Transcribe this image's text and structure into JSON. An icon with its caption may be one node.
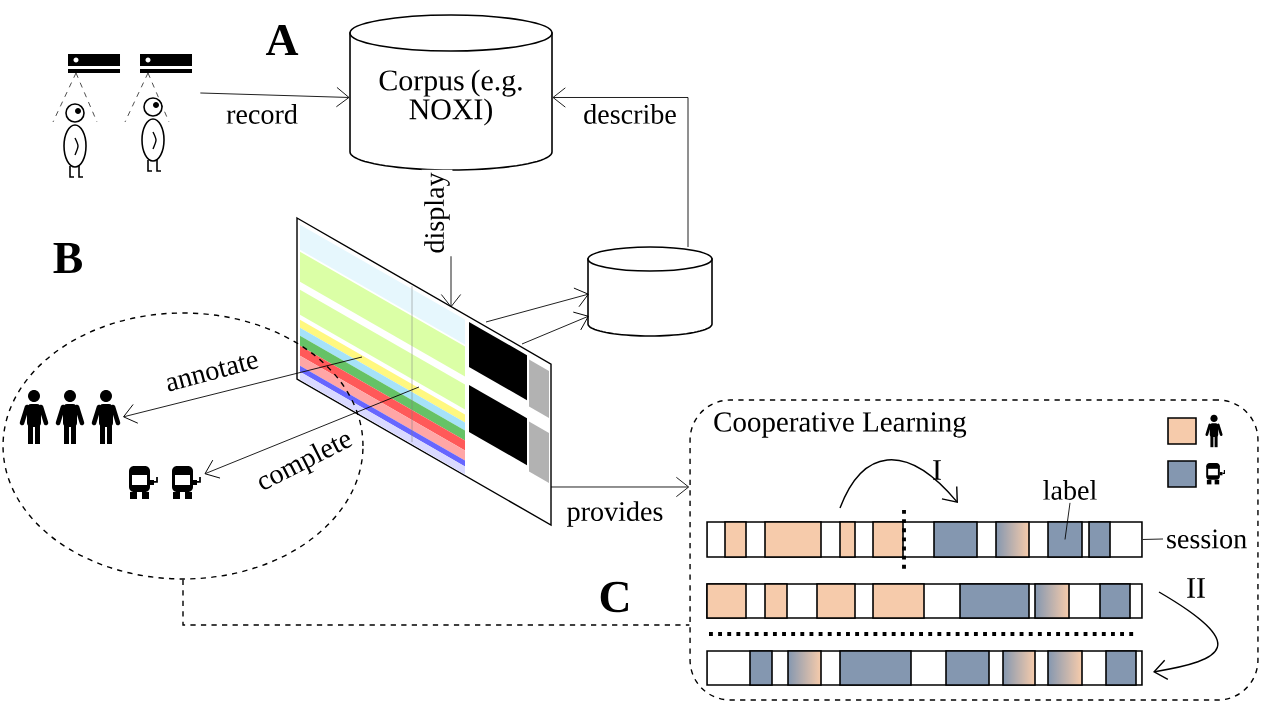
{
  "diagram": {
    "nodes": [
      {
        "text": [],
        "shape": "picture"
      },
      {
        "text": [
          "Corpus (e.g. NOXI)"
        ]
      },
      {
        "text": [],
        "shape": "picture"
      },
      {
        "text": [],
        "shape": "cylinder"
      },
      {
        "text": [],
        "shape": "ellipse"
      },
      {
        "text": [],
        "shape": "person",
        "in": 4
      },
      {
        "text": [],
        "shape": "picture",
        "in": 4
      },
      {
        "text": [
          "Cooperative Learning"
        ]
      },
      {
        "text": [
          "label"
        ],
        "in": 7
      },
      {
        "text": [
          "session"
        ],
        "in": 7
      },
      {
        "text": [],
        "shape": "bar",
        "in": 7
      },
      {
        "text": [],
        "shape": "box",
        "in": 10
      },
      {
        "text": [],
        "shape": "bar",
        "in": 7
      },
      {
        "text": [],
        "shape": "bar",
        "in": 7
      }
    ],
    "edges": [
      {
        "from": 0,
        "to": 1,
        "arrow": "to",
        "label": "record"
      },
      {
        "from": 3,
        "to": 1,
        "arrow": "to",
        "label": "describe"
      },
      {
        "from": 1,
        "to": 2,
        "arrow": "to",
        "label": "display"
      },
      {
        "from": 2,
        "to": 3,
        "arrow": "to"
      },
      {
        "from": 2,
        "to": 3,
        "arrow": "to"
      },
      {
        "from": 2,
        "to": 5,
        "arrow": "to",
        "label": "annotate"
      },
      {
        "from": 2,
        "to": 6,
        "arrow": "to",
        "label": "complete"
      },
      {
        "from": 2,
        "to": 7,
        "arrow": "to",
        "label": "provides"
      },
      {
        "from": 4,
        "to": 7,
        "arrow": "none",
        "style": "dashed"
      },
      {
        "from": 8,
        "to": 11,
        "arrow": "none"
      },
      {
        "from": 9,
        "to": 10,
        "arrow": "none"
      }
    ],
    "labels": [
      "A",
      "B",
      "C",
      "I",
      "II"
    ]
  }
}
